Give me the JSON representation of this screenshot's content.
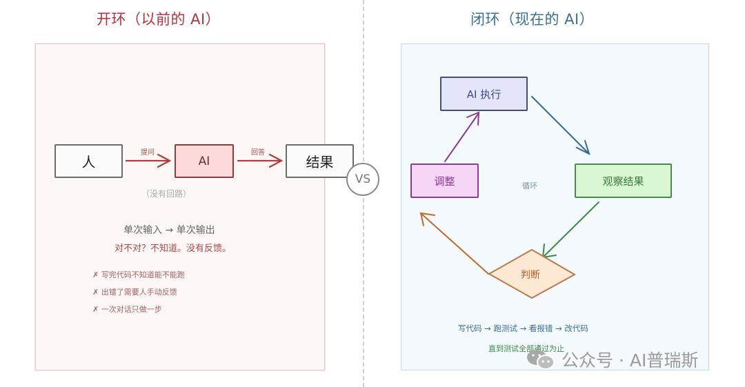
{
  "left": {
    "title": "开环（以前的 AI）",
    "nodes": {
      "person": "人",
      "ai": "AI",
      "result": "结果"
    },
    "edges": {
      "ask": "提问",
      "answer": "回答"
    },
    "no_loop_note": "（没有回路）",
    "summary_line": "单次输入 → 单次输出",
    "feedback_line": "对不对？不知道。没有反馈。",
    "cons": [
      {
        "mark": "✗",
        "text": "写完代码不知道能不能跑"
      },
      {
        "mark": "✗",
        "text": "出错了需要人手动反馈"
      },
      {
        "mark": "✗",
        "text": "一次对话只做一步"
      }
    ]
  },
  "vs_label": "VS",
  "right": {
    "title": "闭环（现在的 AI）",
    "nodes": {
      "execute": "AI 执行",
      "observe": "观察结果",
      "judge": "判断",
      "adjust": "调整"
    },
    "loop_label": "循环",
    "process_line": "写代码 → 跑测试 → 看报错 → 改代码",
    "until_line": "直到测试全部通过为止"
  },
  "watermark": "公众号 · AI普瑞斯",
  "colors": {
    "open_title": "#b4323c",
    "closed_title": "#3a6f96",
    "ai_box_fill": "#fcdada",
    "execute_fill": "#e4e4fb",
    "observe_fill": "#d8f7d2",
    "adjust_fill": "#f6d6f6",
    "judge_fill": "#fde8d4"
  }
}
